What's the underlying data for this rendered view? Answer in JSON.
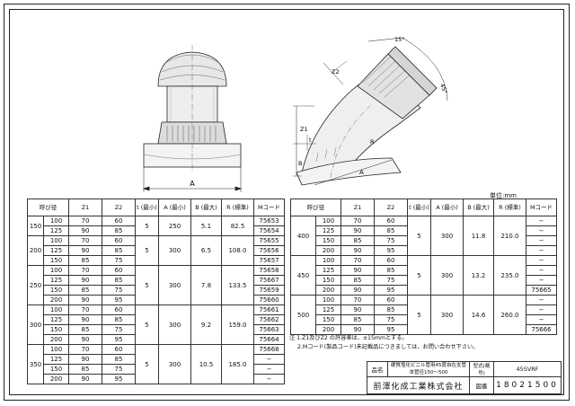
{
  "drawing": {
    "dimension_labels": {
      "side_angle": "15°",
      "bend_angle": "45°",
      "front_width": "A",
      "side_a": "A",
      "side_b": "B",
      "z1": "Z1",
      "z2": "Z2",
      "t": "t",
      "r": "R"
    }
  },
  "unit_label": "単位:mm",
  "table_left": {
    "headers": [
      "呼び径",
      "Z1",
      "Z2",
      "t (最小)",
      "A (最小)",
      "B (最大)",
      "R (標準)",
      "Mコード"
    ],
    "groups": [
      {
        "nominal": "150",
        "t": "5",
        "a": "250",
        "b": "5.1",
        "r": "82.5",
        "rows": [
          {
            "sub": "100",
            "z1": "70",
            "z2": "60",
            "code": "75653"
          },
          {
            "sub": "125",
            "z1": "90",
            "z2": "85",
            "code": "75654"
          }
        ]
      },
      {
        "nominal": "200",
        "t": "5",
        "a": "300",
        "b": "6.5",
        "r": "108.0",
        "rows": [
          {
            "sub": "100",
            "z1": "70",
            "z2": "60",
            "code": "75655"
          },
          {
            "sub": "125",
            "z1": "90",
            "z2": "85",
            "code": "75656"
          },
          {
            "sub": "150",
            "z1": "85",
            "z2": "75",
            "code": "75657"
          }
        ]
      },
      {
        "nominal": "250",
        "t": "5",
        "a": "300",
        "b": "7.8",
        "r": "133.5",
        "rows": [
          {
            "sub": "100",
            "z1": "70",
            "z2": "60",
            "code": "75658"
          },
          {
            "sub": "125",
            "z1": "90",
            "z2": "85",
            "code": "75667"
          },
          {
            "sub": "150",
            "z1": "85",
            "z2": "75",
            "code": "75659"
          },
          {
            "sub": "200",
            "z1": "90",
            "z2": "95",
            "code": "75660"
          }
        ]
      },
      {
        "nominal": "300",
        "t": "5",
        "a": "300",
        "b": "9.2",
        "r": "159.0",
        "rows": [
          {
            "sub": "100",
            "z1": "70",
            "z2": "60",
            "code": "75661"
          },
          {
            "sub": "125",
            "z1": "90",
            "z2": "85",
            "code": "75662"
          },
          {
            "sub": "150",
            "z1": "85",
            "z2": "75",
            "code": "75663"
          },
          {
            "sub": "200",
            "z1": "90",
            "z2": "95",
            "code": "75664"
          }
        ]
      },
      {
        "nominal": "350",
        "t": "5",
        "a": "300",
        "b": "10.5",
        "r": "185.0",
        "rows": [
          {
            "sub": "100",
            "z1": "70",
            "z2": "60",
            "code": "75668"
          },
          {
            "sub": "125",
            "z1": "90",
            "z2": "85",
            "code": "−"
          },
          {
            "sub": "150",
            "z1": "85",
            "z2": "75",
            "code": "−"
          },
          {
            "sub": "200",
            "z1": "90",
            "z2": "95",
            "code": "−"
          }
        ]
      }
    ]
  },
  "table_right": {
    "headers": [
      "呼び径",
      "Z1",
      "Z2",
      "t (最小)",
      "A (最小)",
      "B (最大)",
      "R (標準)",
      "Mコード"
    ],
    "groups": [
      {
        "nominal": "400",
        "t": "5",
        "a": "300",
        "b": "11.8",
        "r": "210.0",
        "rows": [
          {
            "sub": "100",
            "z1": "70",
            "z2": "60",
            "code": "−"
          },
          {
            "sub": "125",
            "z1": "90",
            "z2": "85",
            "code": "−"
          },
          {
            "sub": "150",
            "z1": "85",
            "z2": "75",
            "code": "−"
          },
          {
            "sub": "200",
            "z1": "90",
            "z2": "95",
            "code": "−"
          }
        ]
      },
      {
        "nominal": "450",
        "t": "5",
        "a": "300",
        "b": "13.2",
        "r": "235.0",
        "rows": [
          {
            "sub": "100",
            "z1": "70",
            "z2": "60",
            "code": "−"
          },
          {
            "sub": "125",
            "z1": "90",
            "z2": "85",
            "code": "−"
          },
          {
            "sub": "150",
            "z1": "85",
            "z2": "75",
            "code": "−"
          },
          {
            "sub": "200",
            "z1": "90",
            "z2": "95",
            "code": "75665"
          }
        ]
      },
      {
        "nominal": "500",
        "t": "5",
        "a": "300",
        "b": "14.6",
        "r": "260.0",
        "rows": [
          {
            "sub": "100",
            "z1": "70",
            "z2": "60",
            "code": "−"
          },
          {
            "sub": "125",
            "z1": "90",
            "z2": "85",
            "code": "−"
          },
          {
            "sub": "150",
            "z1": "85",
            "z2": "75",
            "code": "−"
          },
          {
            "sub": "200",
            "z1": "90",
            "z2": "95",
            "code": "75666"
          }
        ]
      }
    ]
  },
  "notes": {
    "line1": "注 1.Z1及びZ2 の許容差は、±15mmとする。",
    "line2": "2.Mコード(製品コード)未記載品につきましては、お問い合わせ下さい。"
  },
  "title_block": {
    "name_label": "品名",
    "product_name_line1": "硬質塩化ビニル管用45度自在支管",
    "product_name_line2": "本管径150〜500",
    "model_label": "型式(略号)",
    "model_value": "45SVRF",
    "company": "前澤化成工業株式会社",
    "drawing_no_label": "図番",
    "drawing_no": "18021500"
  }
}
